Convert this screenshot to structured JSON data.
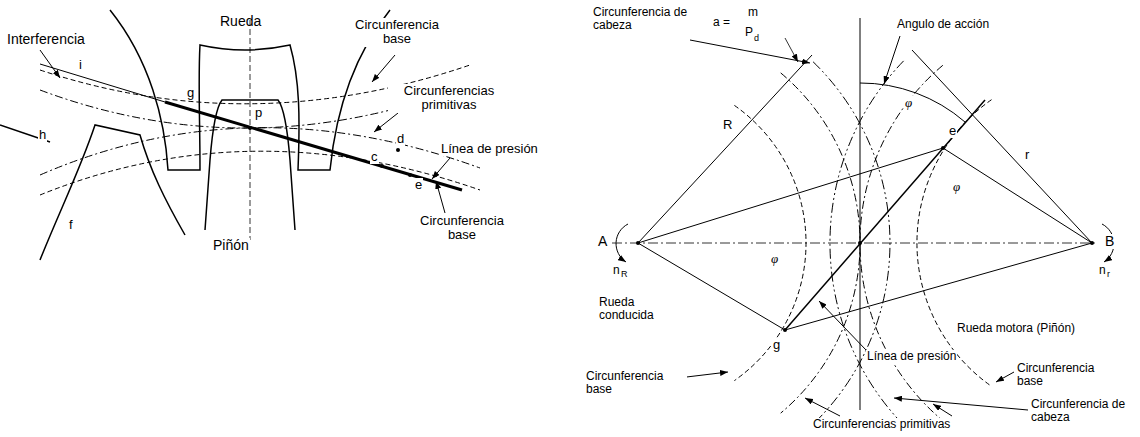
{
  "diagram": {
    "labels": [
      "Rueda",
      "Interferencia",
      "Circunferencia base",
      "i",
      "g",
      "h",
      "p",
      "d",
      "c",
      "e",
      "f",
      "Circunferencias primitivas",
      "Línea de presión",
      "Piñón",
      "Circunferencia base",
      "Circunferencia de cabeza",
      "a =",
      "m",
      "P",
      "d",
      "Angulo de acción",
      "φ",
      "R",
      "e",
      "r",
      "φ",
      "A",
      "B",
      "n",
      "R",
      "n",
      "r",
      "φ",
      "Rueda conducida",
      "g",
      "Línea de presión",
      "Rueda motora (Piñón)",
      "Circunferencia base",
      "Circunferencia base",
      "Circunferencia de cabeza",
      "Circunferencias primitivas"
    ]
  }
}
